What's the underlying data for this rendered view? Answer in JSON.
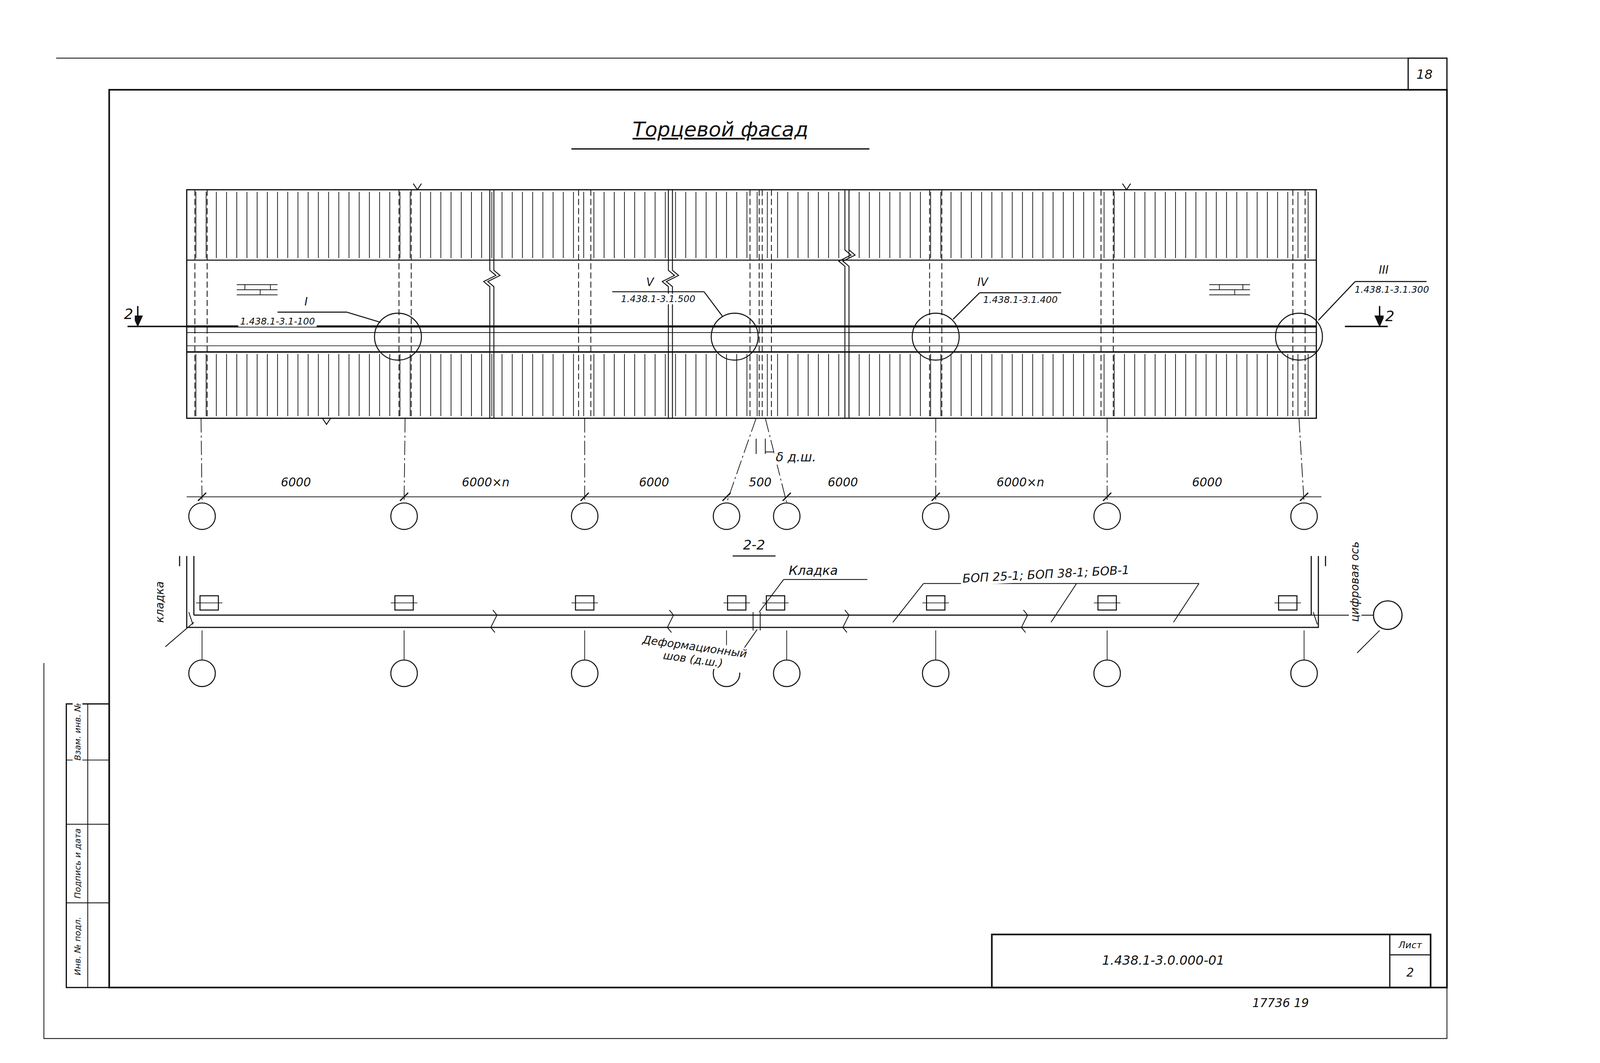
{
  "diagram": {
    "title": "Торцевой фасад",
    "labels": [
      "18",
      "I",
      "1.438.1-3.1-100",
      "V",
      "1.438.1-3.1.500",
      "IV",
      "1.438.1-3.1.400",
      "III",
      "1.438.1-3.1.300",
      "2",
      "2",
      "δ д.ш.",
      "6000",
      "6000×n",
      "6000",
      "500",
      "6000",
      "6000×n",
      "6000",
      "2-2",
      "Кладка",
      "кладка",
      "БОП 25-1; БОП 38-1; БОВ-1",
      "Деформационный шов (д.ш.)",
      "цифровая ось",
      "Инв. № подл.",
      "Подпись и дата",
      "Взам. инв. №",
      "1.438.1-3.0.000-01",
      "Лист",
      "2",
      "17736 19"
    ]
  }
}
